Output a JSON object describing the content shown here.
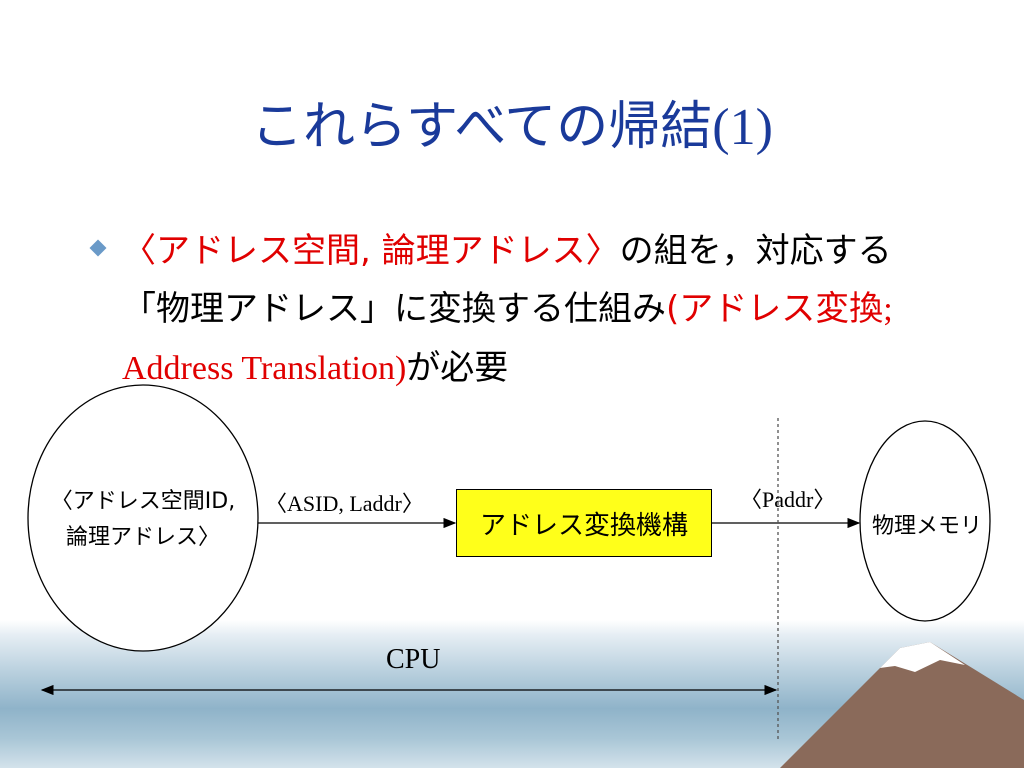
{
  "slide": {
    "title_main": "これらすべての帰結",
    "title_num": "(1)"
  },
  "bullet": {
    "part1_red": "〈アドレス空間, 論理アドレス〉",
    "part2": "の組を，対応する「物理アドレス」に変換する仕組み",
    "part3_red_jp": "(アドレス変換",
    "part3_red_en": "; Address Translation)",
    "part4": "が必要"
  },
  "diagram": {
    "ellipse_label_line1": "〈アドレス空間ID,",
    "ellipse_label_line2": "論理アドレス〉",
    "asid_label": "〈ASID, Laddr〉",
    "box_label": "アドレス変換機構",
    "paddr_label": "〈Paddr〉",
    "memory_label": "物理メモリ",
    "cpu_label": "CPU"
  },
  "colors": {
    "title": "#1a3a9a",
    "accent_red": "#e00000",
    "box_fill": "#ffff1a",
    "bullet_marker": "#6a9ac8"
  }
}
